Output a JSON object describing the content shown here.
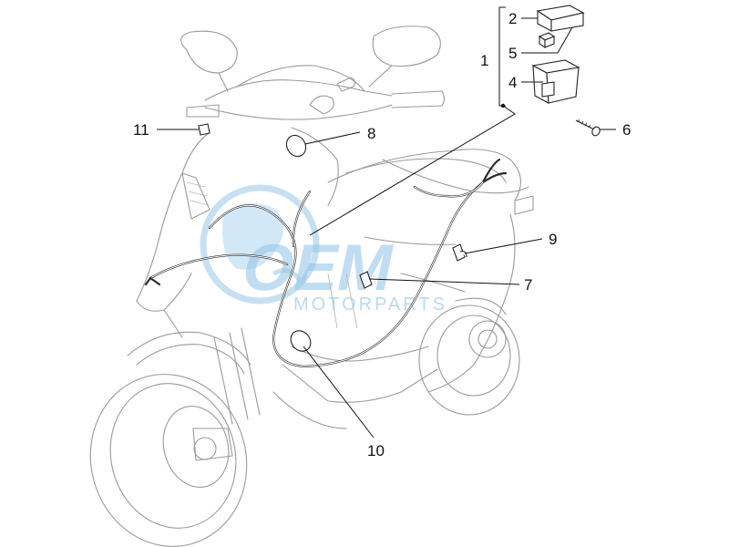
{
  "diagram": {
    "callouts": [
      {
        "id": "c1",
        "label": "1"
      },
      {
        "id": "c2",
        "label": "2"
      },
      {
        "id": "c4",
        "label": "4"
      },
      {
        "id": "c5",
        "label": "5"
      },
      {
        "id": "c6",
        "label": "6"
      },
      {
        "id": "c7",
        "label": "7"
      },
      {
        "id": "c8",
        "label": "8"
      },
      {
        "id": "c9",
        "label": "9"
      },
      {
        "id": "c10",
        "label": "10"
      },
      {
        "id": "c11",
        "label": "11"
      }
    ]
  },
  "watermark": {
    "brand": "OEM",
    "sub": "MOTORPARTS",
    "color": "#8fc3e6"
  },
  "colors": {
    "outline": "#9a9a9a",
    "wire": "#2a2a2a",
    "label": "#111111"
  }
}
